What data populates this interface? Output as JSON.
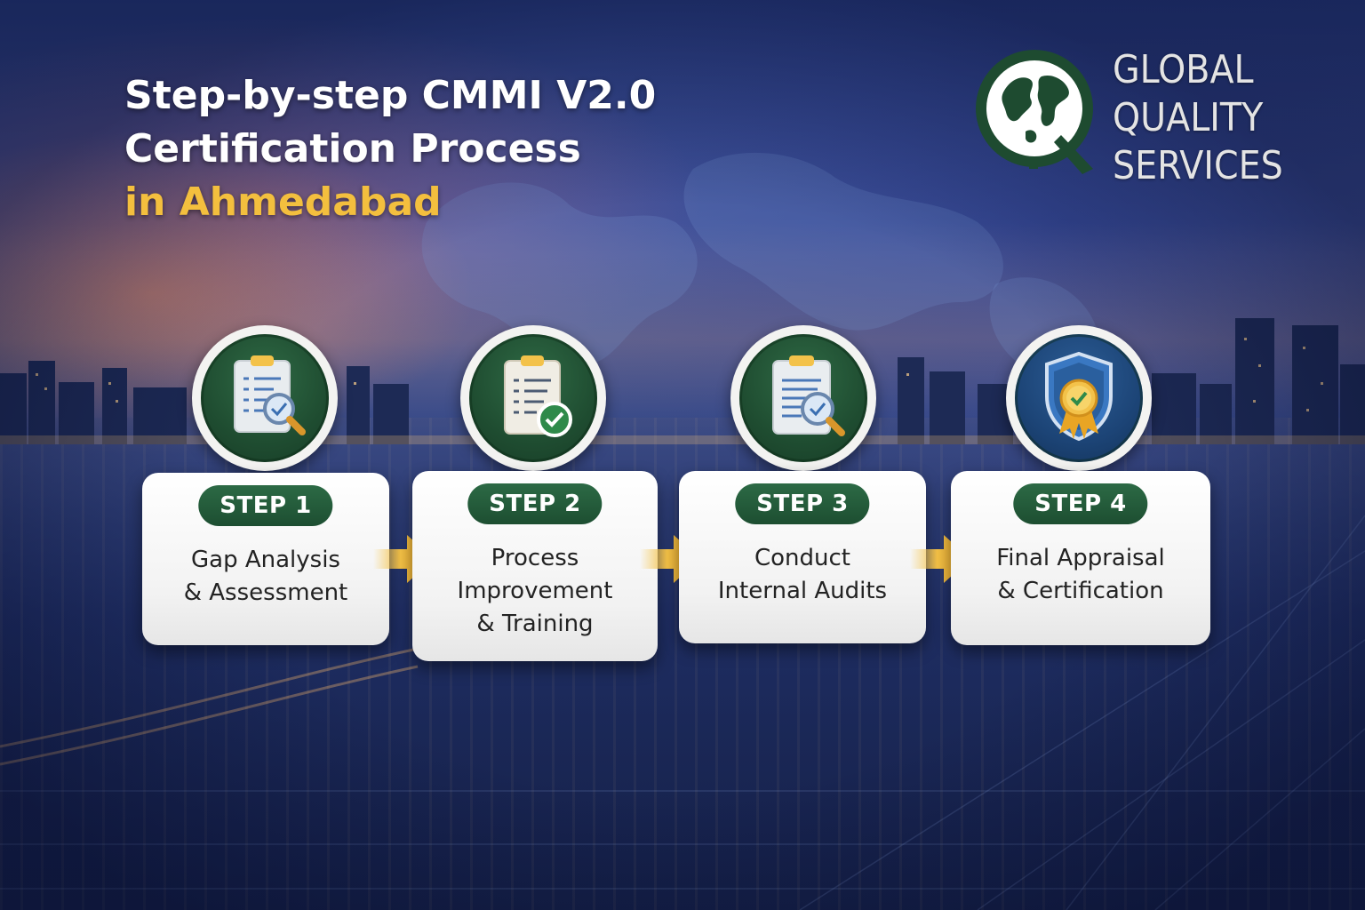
{
  "title": {
    "line1": "Step-by-step CMMI V2.0",
    "line2": "Certification Process",
    "line3": "in Ahmedabad"
  },
  "logo": {
    "line1": "GLOBAL",
    "line2": "QUALITY",
    "line3": "SERVICES",
    "icon": "globe-q-icon"
  },
  "steps": [
    {
      "badge": "STEP 1",
      "lines": [
        "Gap Analysis",
        "& Assessment"
      ],
      "icon": "clipboard-magnifier-icon"
    },
    {
      "badge": "STEP 2",
      "lines": [
        "Process",
        "Improvement",
        "& Training"
      ],
      "icon": "clipboard-check-icon"
    },
    {
      "badge": "STEP 3",
      "lines": [
        "Conduct",
        "Internal Audits"
      ],
      "icon": "document-magnifier-icon"
    },
    {
      "badge": "STEP 4",
      "lines": [
        "Final Appraisal",
        "& Certification"
      ],
      "icon": "shield-medal-icon"
    }
  ],
  "colors": {
    "brand_green": "#1f4d31",
    "accent_gold": "#f3bf3e",
    "shield_blue": "#1c4476"
  }
}
